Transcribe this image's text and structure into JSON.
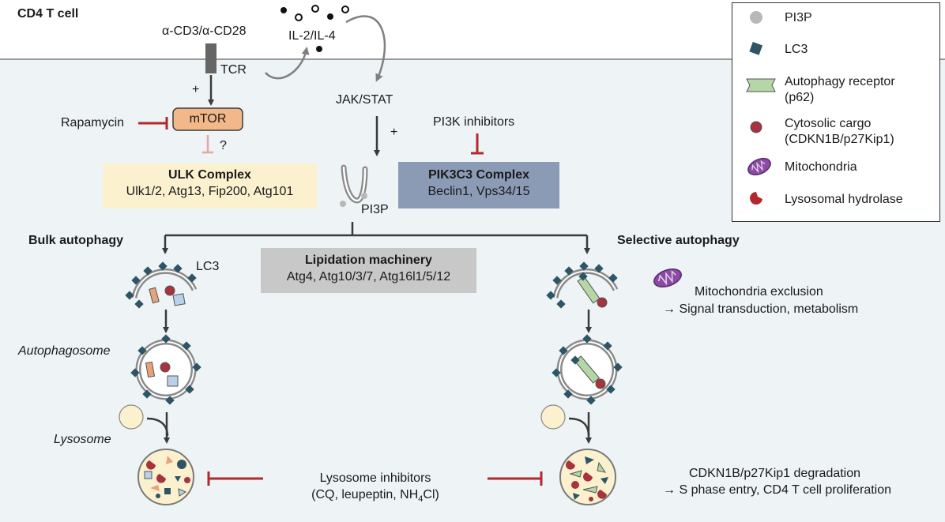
{
  "header": {
    "cell_label": "CD4 T cell"
  },
  "stimuli": {
    "antibody": "α-CD3/α-CD28",
    "tcr": "TCR",
    "cytokines": "IL-2/IL-4",
    "jak_stat": "JAK/STAT",
    "plus_1": "+",
    "plus_2": "+"
  },
  "mtor": {
    "label": "mTOR",
    "inhibitor": "Rapamycin",
    "question": "?"
  },
  "ulk_complex": {
    "title": "ULK Complex",
    "members": "Ulk1/2, Atg13, Fip200, Atg101"
  },
  "pik3c3_complex": {
    "title": "PIK3C3 Complex",
    "members": "Beclin1, Vps34/15",
    "inhibitor": "PI3K inhibitors"
  },
  "pi3p_label": "PI3P",
  "lipidation": {
    "title": "Lipidation machinery",
    "members": "Atg4, Atg10/3/7, Atg16l1/5/12"
  },
  "bulk": {
    "title": "Bulk autophagy",
    "lc3": "LC3",
    "autophagosome": "Autophagosome",
    "lysosome": "Lysosome"
  },
  "selective": {
    "title": "Selective autophagy",
    "mito_exclusion": "Mitochondria exclusion",
    "mito_outcome": "→ Signal transduction, metabolism",
    "degradation": "CDKN1B/p27Kip1 degradation",
    "degradation_outcome": "→ S phase entry, CD4 T cell proliferation"
  },
  "lysosome_inhibitors": {
    "title": "Lysosome inhibitors",
    "line2_prefix": "(CQ, leupeptin, NH",
    "line2_sub": "4",
    "line2_suffix": "Cl)"
  },
  "legend": {
    "items": [
      {
        "icon": "pi3p-dot-icon",
        "label": "PI3P"
      },
      {
        "icon": "lc3-diamond-icon",
        "label": "LC3"
      },
      {
        "icon": "autophagy-receptor-icon",
        "label": "Autophagy receptor",
        "label2": "(p62)"
      },
      {
        "icon": "cytosolic-cargo-icon",
        "label": "Cytosolic cargo",
        "label2": "(CDKN1B/p27Kip1)"
      },
      {
        "icon": "mitochondria-icon",
        "label": "Mitochondria"
      },
      {
        "icon": "lysosomal-hydrolase-icon",
        "label": "Lysosomal hydrolase"
      }
    ]
  },
  "colors": {
    "cytoplasm": "#eef3f5",
    "mtor_fill": "#f3b889",
    "ulk_fill": "#fbf1cf",
    "pik3c3_fill": "#8b9bb6",
    "lipidation_fill": "#c8c8c8",
    "lc3": "#2d5566",
    "receptor": "#b5d6a7",
    "cargo": "#a8323d",
    "inhibitor_red": "#b3282d",
    "mitochondria": "#8b4aa3"
  }
}
